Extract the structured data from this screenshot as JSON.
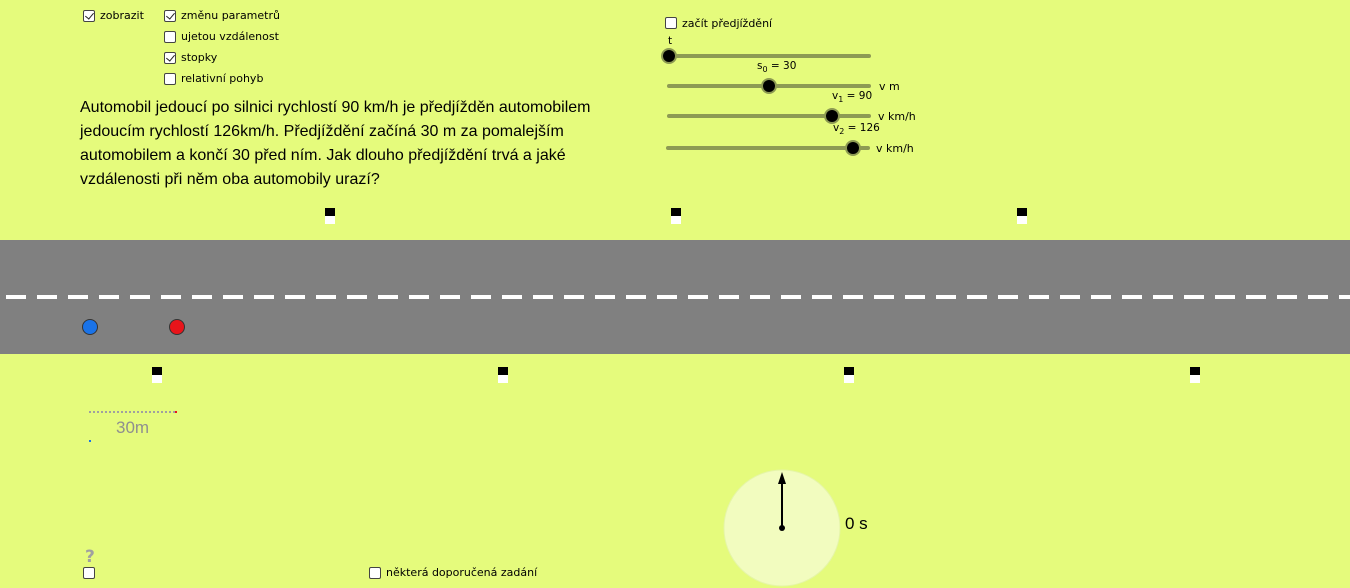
{
  "options": {
    "show": {
      "label": "zobrazit",
      "checked": true
    },
    "param_change": {
      "label": "změnu parametrů",
      "checked": true
    },
    "distance": {
      "label": "ujetou vzdálenost",
      "checked": false
    },
    "stopwatch": {
      "label": "stopky",
      "checked": true
    },
    "relative": {
      "label": "relativní pohyb",
      "checked": false
    }
  },
  "task_text": "Automobil jedoucí po silnici rychlostí 90 km/h je předjížděn automobilem jedoucím rychlostí 126km/h. Předjíždění začíná 30 m za pomalejším automobilem a končí 30 před ním. Jak dlouho předjíždění trvá a jaké vzdálenosti při něm oba automobily urazí?",
  "start_overtake": {
    "label": "začít předjíždění",
    "checked": false
  },
  "sliders": {
    "t": {
      "caption": "t",
      "value": 0,
      "min": 0,
      "max": 10
    },
    "s0": {
      "name": "s",
      "sub": "0",
      "value_text": " = 30",
      "unit": "v m",
      "value": 30,
      "min": 0,
      "max": 60
    },
    "v1": {
      "name": "v",
      "sub": "1",
      "value_text": " = 90",
      "unit": "v km/h",
      "value": 90,
      "min": 0,
      "max": 110
    },
    "v2": {
      "name": "v",
      "sub": "2",
      "value_text": " = 126",
      "unit": "v km/h",
      "value": 126,
      "min": 0,
      "max": 140
    }
  },
  "distance_label": "30m",
  "stopwatch_time": "0 s",
  "help_mark": "?",
  "recommended": {
    "label": "některá doporučená zadání",
    "checked": false
  },
  "colors": {
    "background": "#e5fb7c",
    "road": "#808080",
    "car_blue": "#1a73e8",
    "car_red": "#e8141a",
    "slider": "#8d9a53"
  }
}
